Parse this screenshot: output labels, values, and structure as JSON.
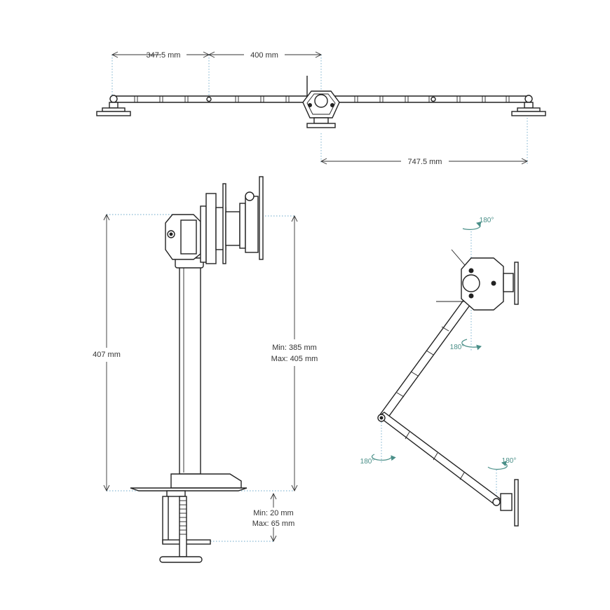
{
  "dimensions": {
    "top_left_span": "347.5 mm",
    "top_mid_span": "400 mm",
    "top_total_span": "747.5 mm",
    "pole_height": "407 mm",
    "arm_height_min": "Min: 385 mm",
    "arm_height_max": "Max: 405 mm",
    "clamp_min": "Min: 20 mm",
    "clamp_max": "Max: 65 mm"
  },
  "rotation_labels": [
    {
      "text": "180°"
    },
    {
      "text": "180°"
    },
    {
      "text": "180°"
    },
    {
      "text": "180°"
    }
  ],
  "colors": {
    "line": "#222222",
    "dim_guide": "#6aa7c8",
    "rotation_accent": "#4a8f88"
  }
}
